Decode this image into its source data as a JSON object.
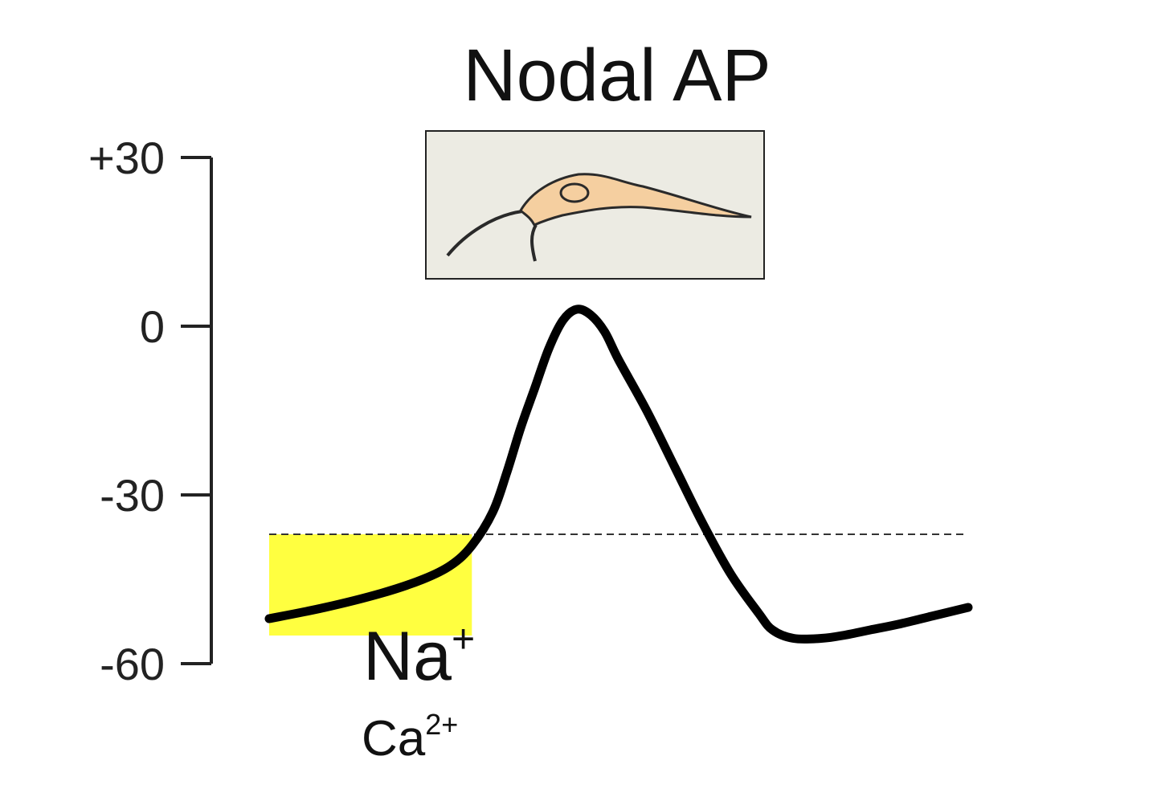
{
  "chart_data": {
    "type": "line",
    "title": "Nodal AP",
    "xlabel": "",
    "ylabel": "",
    "ylim": [
      -60,
      30
    ],
    "xlim": [
      0,
      100
    ],
    "y_ticks": [
      {
        "value": 30,
        "label": "+30"
      },
      {
        "value": 0,
        "label": "0"
      },
      {
        "value": -30,
        "label": "-30"
      },
      {
        "value": -60,
        "label": "-60"
      }
    ],
    "grid": false,
    "threshold": {
      "value": -37,
      "style": "dashed",
      "x_range": [
        0,
        100
      ]
    },
    "highlight": {
      "x_range": [
        0,
        29
      ],
      "y_range": [
        -55,
        -37
      ],
      "color": "#ffff40"
    },
    "series": [
      {
        "color": "#000000",
        "x": [
          0,
          8,
          16,
          22,
          26,
          29,
          32,
          34,
          36,
          38,
          40,
          42,
          44,
          46,
          48,
          50,
          54,
          58,
          62,
          66,
          70,
          72,
          75,
          79,
          82,
          86,
          90,
          95,
          100
        ],
        "y": [
          -52,
          -50,
          -47.5,
          -45,
          -42.5,
          -39,
          -33,
          -26,
          -18,
          -11,
          -4,
          1,
          3,
          2,
          -1,
          -6,
          -15,
          -25,
          -35,
          -44,
          -51,
          -54,
          -55.5,
          -55.5,
          -55,
          -54,
          -53,
          -51.5,
          -50
        ]
      }
    ],
    "annotations": [
      {
        "ion": "Na",
        "charge": "+"
      },
      {
        "ion": "Ca",
        "charge": "2+"
      }
    ],
    "inset_image": {
      "icon": "pacemaker-cell-icon",
      "cell_fill": "#f5cfa0",
      "background": "#ecebe3"
    }
  }
}
